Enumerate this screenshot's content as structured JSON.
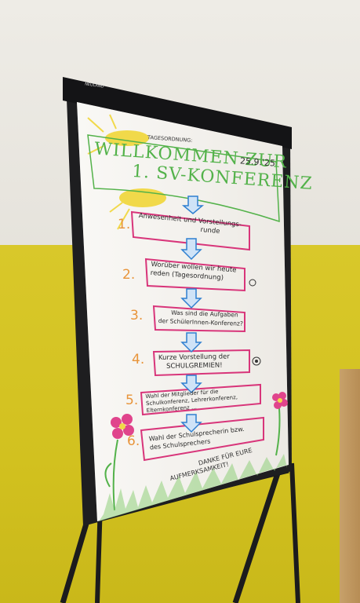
{
  "brand": "NEULAND",
  "agenda_label": "TAGESORDNUNG:",
  "title_line1": "WILLKOMMEN ZUR",
  "title_line2": "1. SV-KONFERENZ",
  "date": "25.9.'25",
  "steps": [
    {
      "number": "1.",
      "text_a": "Anwesenheit und Vorstellungs-",
      "text_b": "runde"
    },
    {
      "number": "2.",
      "text_a": "Worüber wollen wir heute",
      "text_b": "reden (Tagesordnung)"
    },
    {
      "number": "3.",
      "text_a": "Was sind die Aufgaben",
      "text_b": "der SchülerInnen-Konferenz?"
    },
    {
      "number": "4.",
      "text_a": "Kurze Vorstellung der",
      "text_b": "SCHULGREMIEN!"
    },
    {
      "number": "5.",
      "text_a": "Wahl der Mitglieder für die",
      "text_b": "Schulkonferenz, Lehrerkonferenz, Elternkonferenz …"
    },
    {
      "number": "6.",
      "text_a": "Wahl der Schulsprecherin bzw.",
      "text_b": "des Schulsprechers"
    }
  ],
  "thanks_line1": "DANKE FÜR EURE",
  "thanks_line2": "AUFMERKSAMKEIT!",
  "colors": {
    "wall_yellow": "#d6c424",
    "easel": "#1b1b1d",
    "paper": "#f7f5f1",
    "title_green": "#53b24a",
    "box_pink": "#d8357a",
    "arrow_blue": "#2f7fd0",
    "number_orange": "#e8943a",
    "flower_pink": "#e0448c"
  }
}
